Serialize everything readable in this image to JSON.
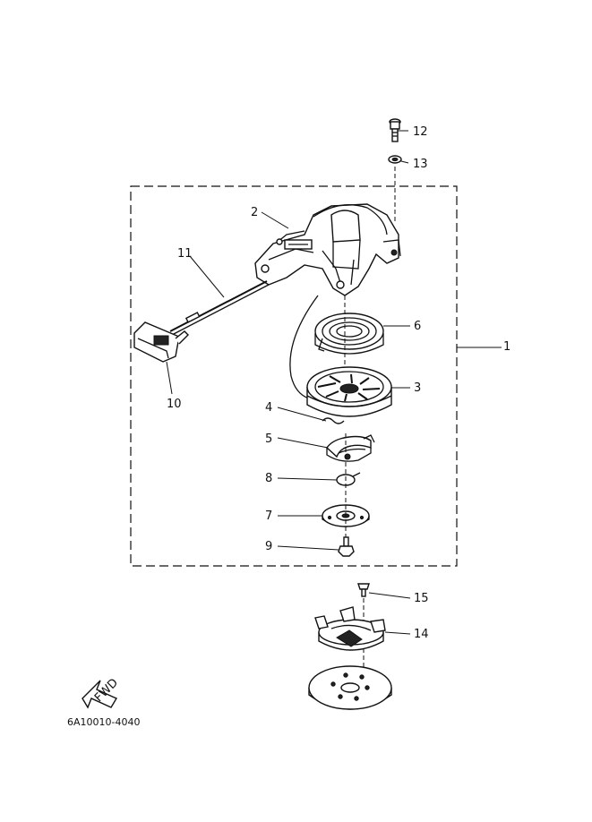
{
  "drawing_code": "6A10010-4040",
  "fwd_label": "FWD",
  "callouts": [
    {
      "id": "1",
      "label": "1"
    },
    {
      "id": "2",
      "label": "2"
    },
    {
      "id": "3",
      "label": "3"
    },
    {
      "id": "4",
      "label": "4"
    },
    {
      "id": "5",
      "label": "5"
    },
    {
      "id": "6",
      "label": "6"
    },
    {
      "id": "7",
      "label": "7"
    },
    {
      "id": "8",
      "label": "8"
    },
    {
      "id": "9",
      "label": "9"
    },
    {
      "id": "10",
      "label": "10"
    },
    {
      "id": "11",
      "label": "11"
    },
    {
      "id": "12",
      "label": "12"
    },
    {
      "id": "13",
      "label": "13"
    },
    {
      "id": "14",
      "label": "14"
    },
    {
      "id": "15",
      "label": "15"
    }
  ]
}
